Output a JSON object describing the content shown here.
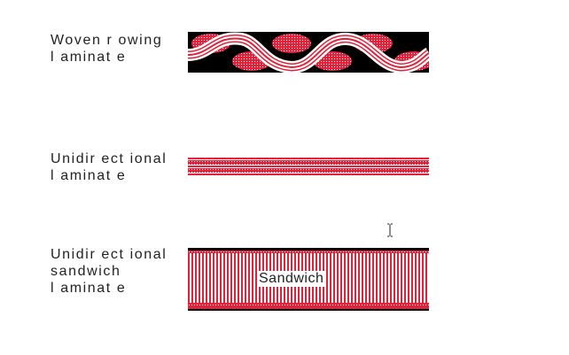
{
  "labels": {
    "woven": "Woven  r owing\nl aminat e",
    "unidirectional": "Unidir ect ional\nl aminat e",
    "sandwich": "Unidir ect ional\nsandwich\nl aminat e"
  },
  "sandwich_core_text": "Sandwich",
  "colors": {
    "red": "#e0223a",
    "pink": "#f28b95",
    "black": "#000000",
    "white": "#ffffff"
  },
  "icons": {
    "cursor": "text-cursor-icon"
  }
}
